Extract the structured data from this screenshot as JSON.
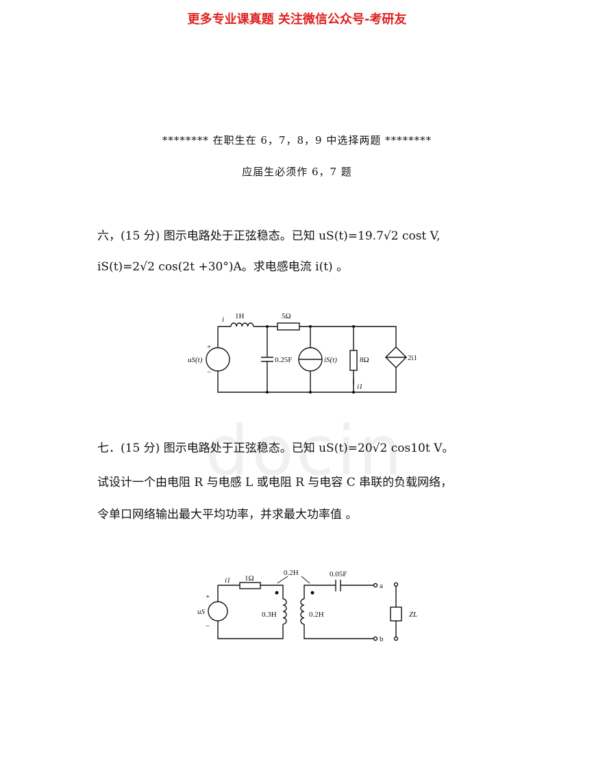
{
  "header": "更多专业课真题 关注微信公众号-考研友",
  "notes": {
    "line1": "********   在职生在 6，7，8，9 中选择两题   ********",
    "line2": "应届生必须作 6，7 题"
  },
  "watermark": "docin",
  "question6": {
    "line1": "六，(15 分) 图示电路处于正弦稳态。已知 uS(t)=19.7√2 cost  V,",
    "line2": "iS(t)=2√2 cos(2t +30°)A。求电感电流 i(t) 。",
    "circuit": {
      "i": "i",
      "inductor": "1H",
      "resistor1": "5Ω",
      "source_v": "uS(t)",
      "plus": "+",
      "minus": "−",
      "capacitor": "0.25F",
      "source_i": "iS(t)",
      "resistor2": "8Ω",
      "i1": "i1",
      "dependent": "2i1"
    }
  },
  "question7": {
    "line1": "七．(15 分) 图示电路处于正弦稳态。已知 uS(t)=20√2 cos10t V。",
    "line2": "试设计一个由电阻 R 与电感 L 或电阻 R 与电容 C 串联的负载网络，",
    "line3": "令单口网络输出最大平均功率，并求最大功率值 。",
    "circuit": {
      "i1": "i1",
      "resistor": "1Ω",
      "mutual": "0.2H",
      "capacitor": "0.05F",
      "source": "uS",
      "plus": "+",
      "minus": "−",
      "L1": "0.3H",
      "L2": "0.2H",
      "a": "a",
      "b": "b",
      "load": "ZL"
    }
  }
}
